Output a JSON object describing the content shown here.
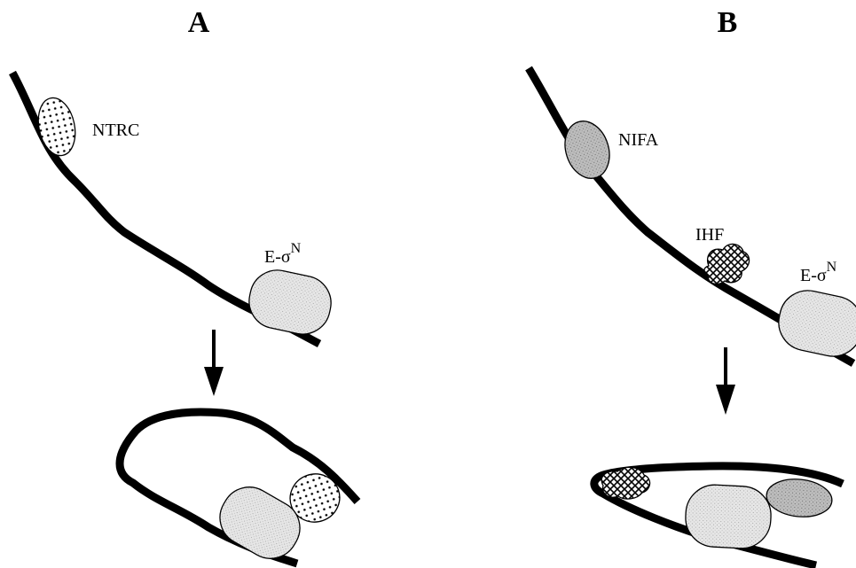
{
  "panels": {
    "a": {
      "label": "A"
    },
    "b": {
      "label": "B"
    }
  },
  "molecules": {
    "ntrc": "NTRC",
    "nifa": "NIFA",
    "ihf": "IHF",
    "polymerase": {
      "base": "E-σ",
      "sup": "N"
    }
  },
  "colors": {
    "dna": "#000000",
    "polymerase_fill": "#e3e3e3",
    "nifa_fill": "#b8b8b8",
    "background": "#ffffff"
  },
  "icons": {
    "ntrc": "dotted-ellipse",
    "nifa": "gray-ellipse",
    "ihf": "crosshatched-blob",
    "polymerase": "rounded-rectangle",
    "transition": "down-arrow"
  }
}
